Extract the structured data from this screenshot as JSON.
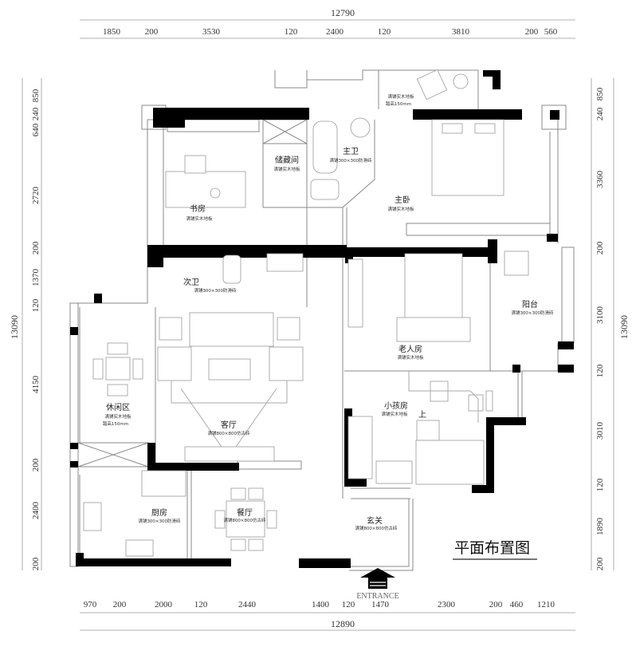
{
  "title": "平面布置图",
  "entrance_label": "ENTRANCE",
  "dimensions": {
    "top_total": "12790",
    "top": [
      "1850",
      "200",
      "3530",
      "120",
      "2400",
      "120",
      "3810",
      "200",
      "560"
    ],
    "bottom_total": "12890",
    "bottom": [
      "970",
      "200",
      "2000",
      "120",
      "2440",
      "1400",
      "120",
      "1470",
      "2300",
      "200",
      "460",
      "1210"
    ],
    "left_total": "13090",
    "left": [
      "850",
      "240",
      "640",
      "2720",
      "200",
      "1370",
      "120",
      "4150",
      "200",
      "2400",
      "200"
    ],
    "right_total": "13090",
    "right": [
      "850",
      "240",
      "3360",
      "200",
      "3100",
      "120",
      "3010",
      "120",
      "1890",
      "200"
    ]
  },
  "rooms": {
    "study": {
      "name": "书房",
      "floor": "满铺实木地板"
    },
    "storage": {
      "name": "储藏间",
      "floor": "满铺实木地板"
    },
    "master_bath": {
      "name": "主卫",
      "floor": "满铺300×300防滑砖"
    },
    "master_bedroom": {
      "name": "主卧",
      "floor": "满铺实木地板"
    },
    "bay_window": {
      "floor": "满铺实木地板",
      "note": "踏高150mm"
    },
    "second_bath": {
      "name": "次卫",
      "floor": "满铺300×300防滑砖"
    },
    "leisure": {
      "name": "休闲区",
      "floor": "满铺实木地板",
      "note": "踏高150mm"
    },
    "living": {
      "name": "客厅",
      "floor": "满铺800×800仿古砖"
    },
    "elder_room": {
      "name": "老人房",
      "floor": "满铺实木地板"
    },
    "balcony": {
      "name": "阳台",
      "floor": "满铺300×300防滑砖"
    },
    "child_room": {
      "name": "小孩房",
      "floor": "满铺实木地板",
      "stair": "上"
    },
    "kitchen": {
      "name": "厨房",
      "floor": "满铺300×300防滑砖"
    },
    "dining": {
      "name": "餐厅",
      "floor": "满铺800×800仿古砖"
    },
    "foyer": {
      "name": "玄关",
      "floor": "满铺800×800仿古砖"
    }
  }
}
